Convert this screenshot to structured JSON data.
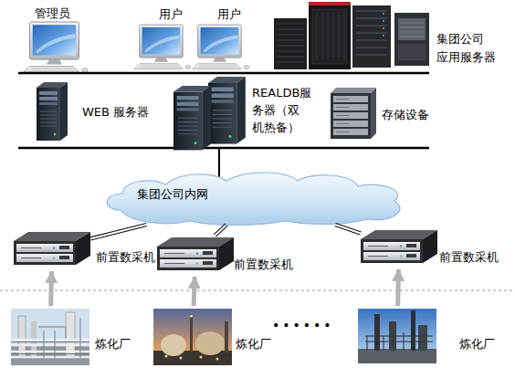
{
  "diagram": {
    "nodes": [
      {
        "text": [
          "管理员"
        ]
      },
      {
        "text": [
          "用户"
        ]
      },
      {
        "text": [
          "用户"
        ]
      },
      {
        "text": [
          "集团公司 应用服务器"
        ]
      },
      {
        "text": [
          "WEB 服务器"
        ]
      },
      {
        "text": [
          "REALDB服 务器（双 机热备）"
        ]
      },
      {
        "text": [
          "存储设备"
        ]
      },
      {
        "text": [
          "集团公司内网"
        ]
      },
      {
        "text": [
          "前置数采机"
        ]
      },
      {
        "text": [
          "前置数采机"
        ]
      },
      {
        "text": [
          "前置数采机"
        ]
      },
      {
        "text": [
          "炼化厂"
        ]
      },
      {
        "text": [
          "炼化厂"
        ]
      },
      {
        "text": [
          "炼化厂"
        ]
      }
    ],
    "edges": [
      {
        "from": 7,
        "to": 8,
        "arrow": "none"
      },
      {
        "from": 7,
        "to": 9,
        "arrow": "none"
      },
      {
        "from": 7,
        "to": 10,
        "arrow": "none"
      },
      {
        "from": 11,
        "to": 8,
        "arrow": "to"
      },
      {
        "from": 12,
        "to": 9,
        "arrow": "to"
      },
      {
        "from": 13,
        "to": 10,
        "arrow": "to"
      }
    ],
    "labels": [
      "••••••"
    ]
  }
}
